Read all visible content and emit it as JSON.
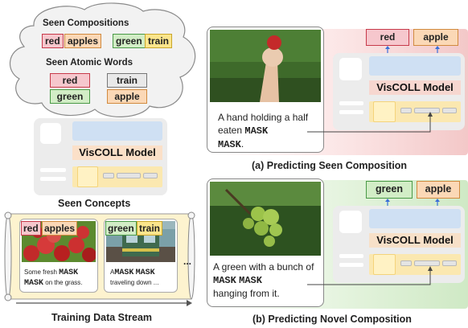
{
  "seen_concepts": {
    "compositions_title": "Seen Compositions",
    "compositions": [
      {
        "adj": "red",
        "noun": "apples"
      },
      {
        "adj": "green",
        "noun": "train"
      }
    ],
    "atomic_title": "Seen Atomic Words",
    "atomic_words": [
      "red",
      "train",
      "green",
      "apple"
    ],
    "model_label": "VisCOLL Model",
    "caption": "Seen Concepts"
  },
  "stream": {
    "card1": {
      "adj": "red",
      "noun": "apples",
      "text_a": "Some fresh",
      "mask1": "MASK",
      "mask2": "MASK",
      "text_b": "on the grass."
    },
    "card2": {
      "adj": "green",
      "noun": "train",
      "text_a": "A",
      "mask1": "MASK",
      "mask2": "MASK",
      "text_b": "traveling down ..."
    },
    "ellipsis": "...",
    "caption": "Training Data Stream"
  },
  "panel_a": {
    "outputs": [
      "red",
      "apple"
    ],
    "model_label": "VisCOLL Model",
    "text_a": "A hand holding a half eaten",
    "mask1": "MASK",
    "mask2": "MASK",
    "text_b": ".",
    "caption": "(a) Predicting Seen Composition"
  },
  "panel_b": {
    "outputs": [
      "green",
      "apple"
    ],
    "model_label": "VisCOLL Model",
    "text_a": "A green with a bunch of",
    "mask1": "MASK",
    "mask2": "MASK",
    "text_b": "hanging from it.",
    "caption": "(b) Predicting Novel Composition"
  },
  "colors": {
    "red": "#c73a4a",
    "orange": "#d18a3f",
    "green": "#4a9a47",
    "yellow": "#c9a62a",
    "panel_a_bg": "#f7d6d6",
    "panel_b_bg": "#d9efd2",
    "model_blue": "#cfe0f3",
    "arrow": "#3a6fd8"
  }
}
